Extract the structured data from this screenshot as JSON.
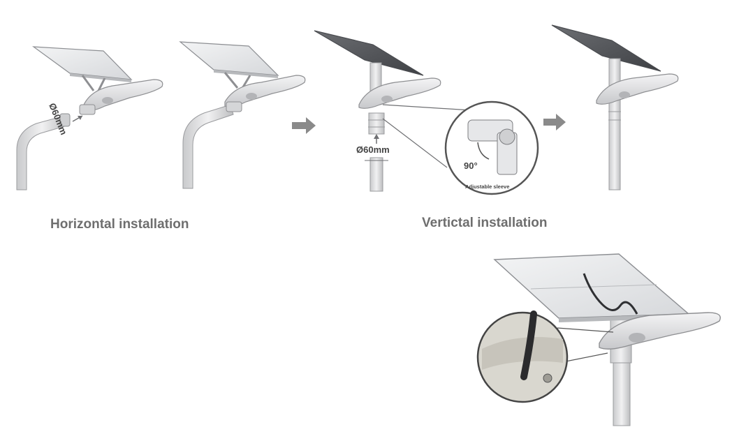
{
  "captions": {
    "horizontal": "Horizontal installation",
    "vertical": "Vertictal installation"
  },
  "labels": {
    "diameter_rotated": "Ø60mm",
    "diameter": "Ø60mm",
    "angle": "90°",
    "sleeve": "Adjustable sleeve"
  },
  "colors": {
    "panel": "#e9eaec",
    "panel_edge": "#8c8e92",
    "pole": "#dcdddf",
    "pole_edge": "#9a9b9e",
    "arrow": "#8a8a8a",
    "caption": "#6e6e6e"
  },
  "icons": [
    "arrow-right-icon",
    "arrow-right-icon"
  ]
}
